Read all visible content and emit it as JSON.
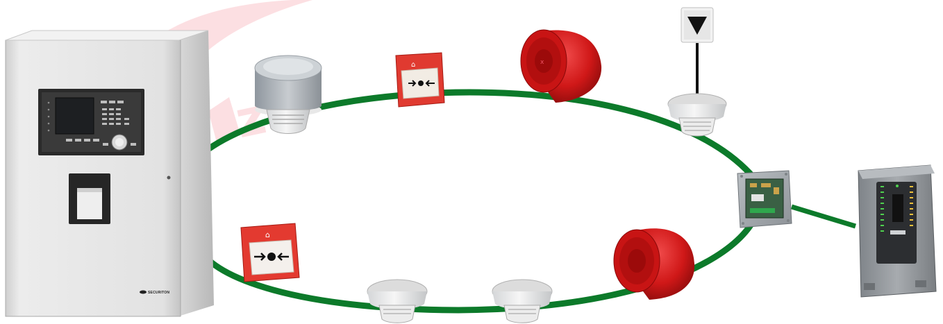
{
  "panel": {
    "brand_label": "SECURITON"
  },
  "colors": {
    "loop_line": "#0c7a2a",
    "device_red": "#d81f1f",
    "watermark": "#f04050",
    "panel_body": "#e6e6e6",
    "aspirating_body": "#9a9ea2",
    "led_green": "#4fd14f"
  },
  "icons": {
    "control_panel": "fire-alarm-control-panel",
    "aspirating_unit": "aspirating-smoke-detector",
    "interface_module": "io-interface-module",
    "smoke_detector": "smoke-detector",
    "heat_detector": "heat-detector",
    "manual_call_point": "manual-call-point",
    "sounder": "alarm-sounder",
    "indicator": "remote-indicator-down-triangle"
  }
}
